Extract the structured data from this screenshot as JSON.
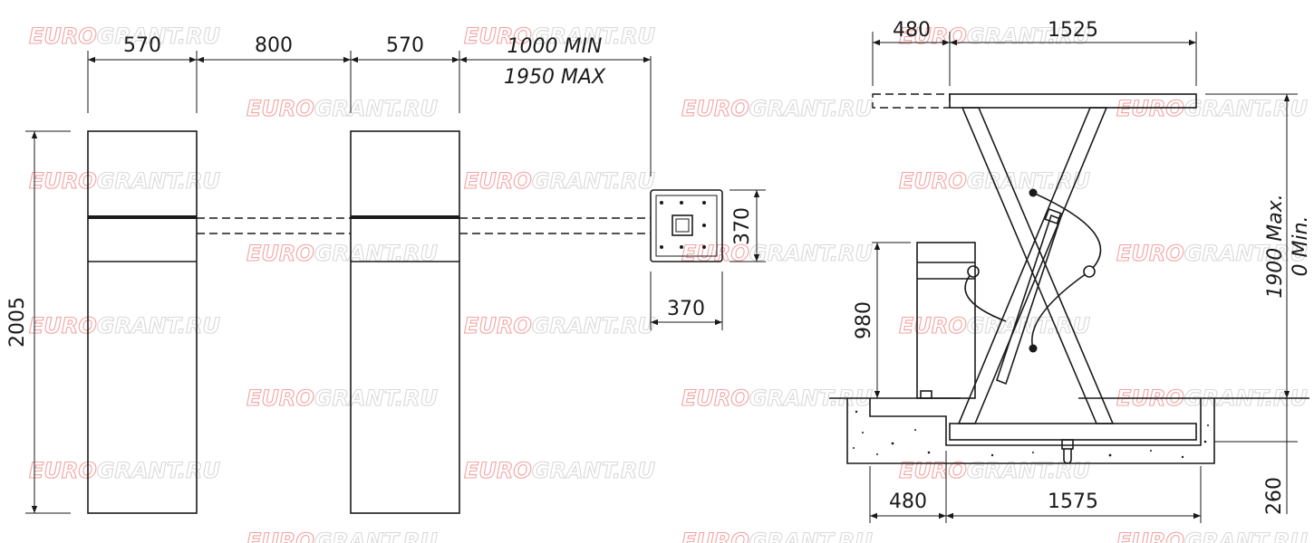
{
  "watermark": {
    "part1": "EURO",
    "part2": "GRANT",
    "part3": ".RU",
    "color_part1": "#f2a3a3",
    "color_rest": "#d9d9d9"
  },
  "colors": {
    "line": "#1a1a1a"
  },
  "dimensions": {
    "left_width_1": "570",
    "gap_800": "800",
    "left_width_2": "570",
    "extension_min": "1000 MIN",
    "extension_max": "1950 MAX",
    "panel_height": "370",
    "panel_width": "370",
    "post_height": "2005",
    "platform_ext": "480",
    "platform_len": "1525",
    "lift_height_max": "1900 Max.",
    "lift_height_min": "0 Min.",
    "unit_height": "980",
    "pit_ext": "480",
    "pit_len": "1575",
    "pit_depth": "260"
  }
}
